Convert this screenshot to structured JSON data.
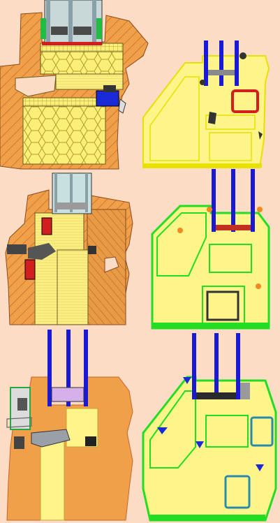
{
  "diagram": {
    "description_visible_text": [],
    "panels": [
      {
        "id": "wood-profile-1",
        "material": "wood"
      },
      {
        "id": "pvc-profile-1",
        "material": "pvc-yellow"
      },
      {
        "id": "wood-profile-2",
        "material": "wood"
      },
      {
        "id": "pvc-profile-2",
        "material": "pvc-green"
      },
      {
        "id": "wood-alu-profile",
        "material": "wood-alu"
      },
      {
        "id": "pvc-profile-3",
        "material": "pvc-green"
      }
    ],
    "colors": {
      "background": "#fcdcc4",
      "wood": "#f0a048",
      "wood_grain": "#c8642a",
      "core": "#faf078",
      "glass": "#1a1ad6",
      "pvc_yellow_outline": "#e8e000",
      "pvc_fill": "#fdf58a",
      "pvc_green": "#22dd22",
      "seal_red": "#d21e1e",
      "seal_dark": "#333333",
      "metal_grey": "#9aa0a8"
    }
  }
}
